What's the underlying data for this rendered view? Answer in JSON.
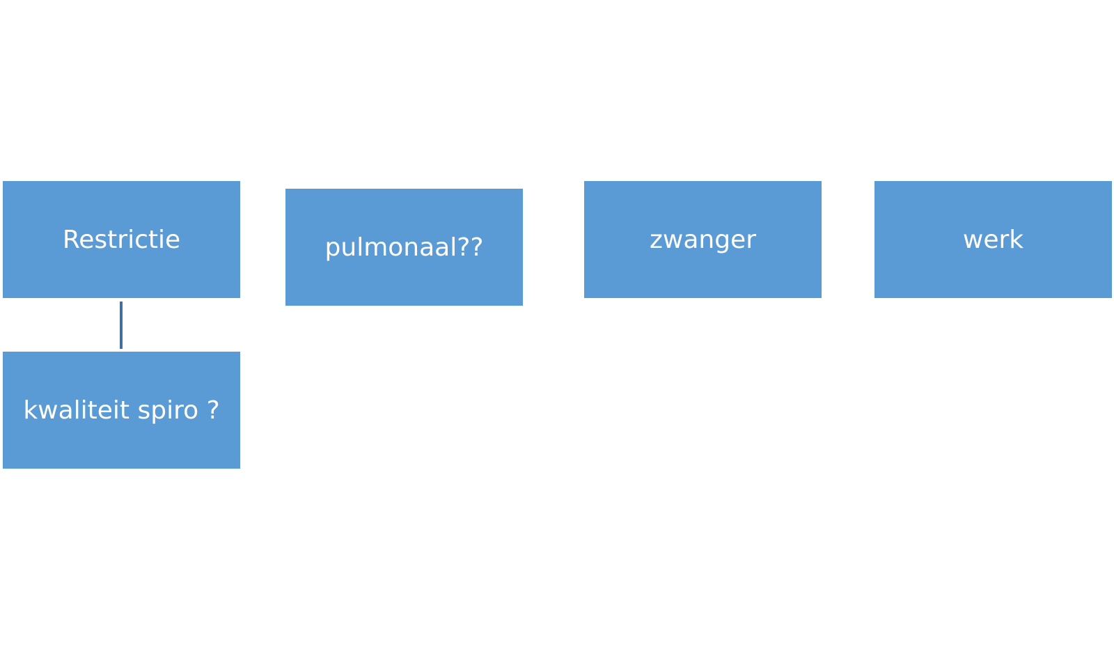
{
  "diagram": {
    "nodes": [
      {
        "id": "restrictie",
        "label": "Restrictie"
      },
      {
        "id": "pulmonaal",
        "label": "pulmonaal??"
      },
      {
        "id": "zwanger",
        "label": "zwanger"
      },
      {
        "id": "werk",
        "label": "werk"
      },
      {
        "id": "kwaliteit",
        "label": "kwaliteit spiro ?"
      }
    ],
    "edges": [
      {
        "from": "restrictie",
        "to": "kwaliteit"
      }
    ],
    "colors": {
      "node_fill": "#5b9bd5",
      "node_text": "#ffffff",
      "connector": "#41719c"
    }
  }
}
